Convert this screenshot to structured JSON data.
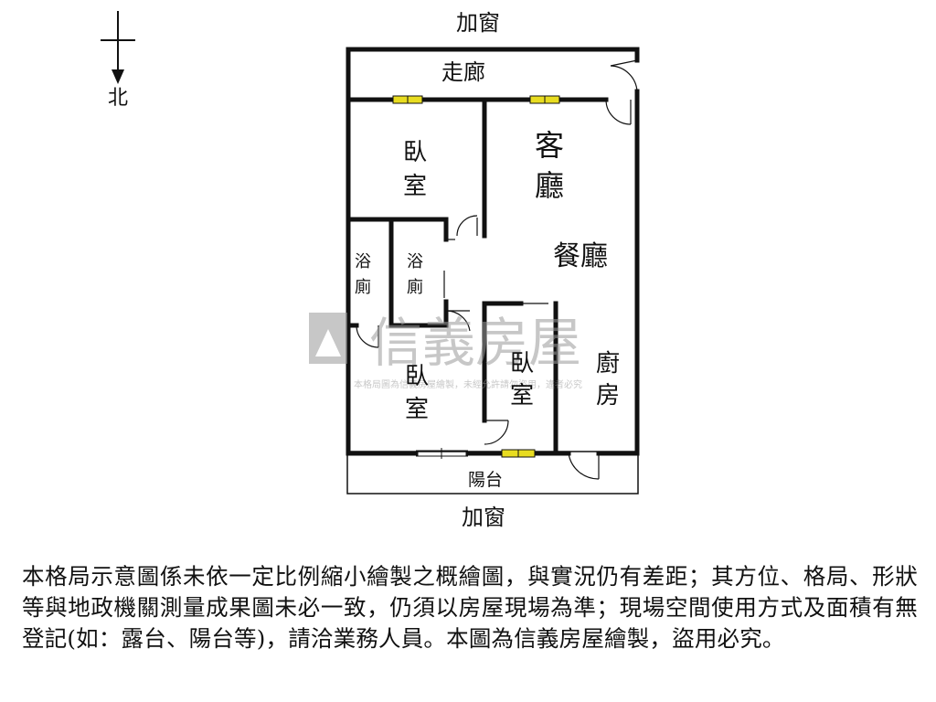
{
  "compass": {
    "label": "北"
  },
  "labels": {
    "window_top": "加窗",
    "window_bottom": "加窗",
    "corridor": "走廊",
    "living": "客廳",
    "dining": "餐廳",
    "bedroom_nw": "臥室",
    "bath_1": "浴廁",
    "bath_2": "浴廁",
    "bedroom_sw": "臥室",
    "bedroom_s": "臥室",
    "kitchen": "廚房",
    "balcony": "陽台"
  },
  "watermark": {
    "brand": "信義房屋",
    "note": "本格局圖為信義房屋繪製，未經允許請勿盜用，違者必究"
  },
  "disclaimer": "本格局示意圖係未依一定比例縮小繪製之概繪圖，與實況仍有差距；其方位、格局、形狀等與地政機關測量成果圖未必一致，仍須以房屋現場為準；現場空間使用方式及面積有無登記(如：露台、陽台等)，請洽業務人員。本圖為信義房屋繪製，盜用必究。",
  "colors": {
    "wall": "#111111",
    "window_fill": "#e8dc20",
    "watermark": "#b9b9b9"
  }
}
